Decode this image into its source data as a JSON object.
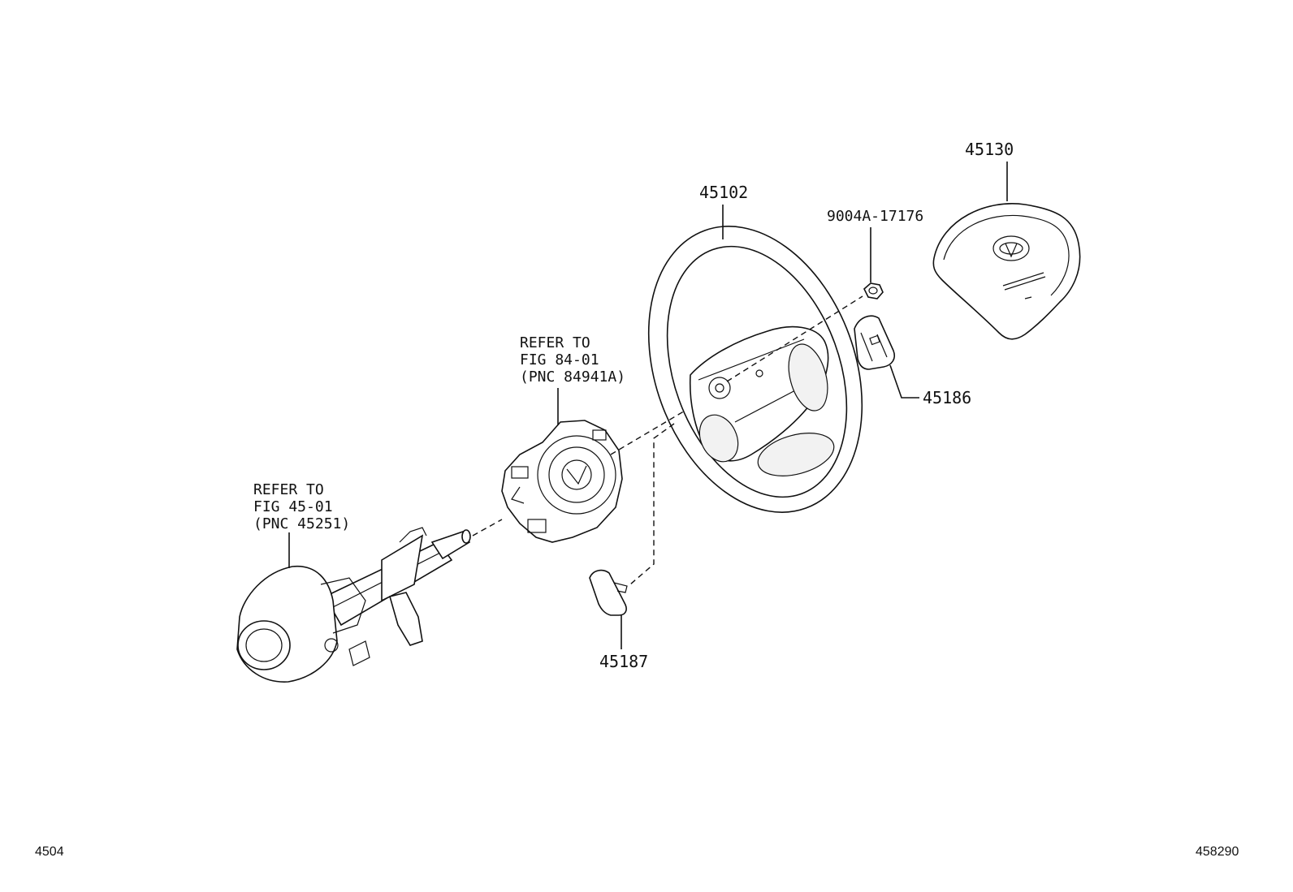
{
  "labels": {
    "p45130": "45130",
    "p45102": "45102",
    "p9004a": "9004A-17176",
    "p45186": "45186",
    "p45187": "45187",
    "ref84_l1": "REFER TO",
    "ref84_l2": "FIG 84-01",
    "ref84_l3": "(PNC 84941A)",
    "ref45_l1": "REFER TO",
    "ref45_l2": "FIG 45-01",
    "ref45_l3": "(PNC 45251)"
  },
  "footer": {
    "left": "4504",
    "right": "458290"
  }
}
